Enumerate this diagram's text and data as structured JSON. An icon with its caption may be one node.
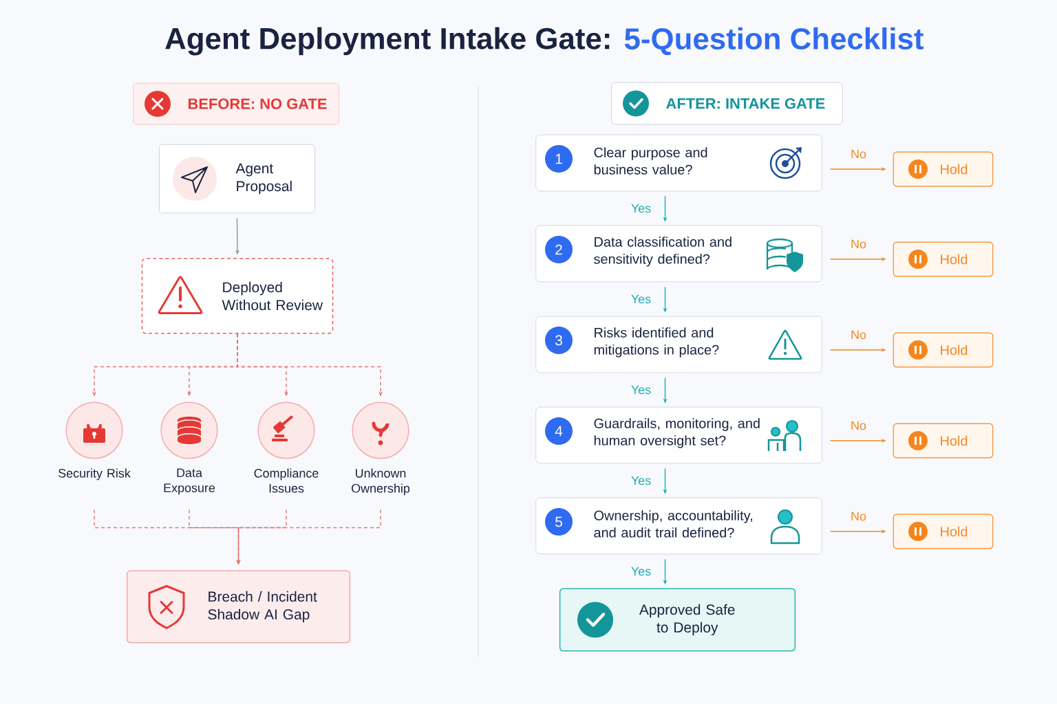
{
  "diagram": {
    "title": "Agent Deployment Intake Gate:",
    "nodes": [
      {
        "text": [
          "BEFORE: NO GATE"
        ]
      },
      {
        "text": [
          "Agent Proposal"
        ]
      },
      {
        "text": [
          "Deployed Without Review"
        ]
      },
      {
        "text": [
          "Security Risk"
        ]
      },
      {
        "text": [
          "Data Exposure"
        ]
      },
      {
        "text": [
          "Compliance Issues"
        ]
      },
      {
        "text": [
          "Unknown Ownership"
        ]
      },
      {
        "text": [
          "Breach / Incident Shadow AI Gap"
        ]
      },
      {
        "text": [
          "AFTER: INTAKE GATE"
        ]
      },
      {
        "text": [
          "1",
          "Clear purpose and business value?"
        ]
      },
      {
        "text": [
          "2",
          "Data classification and sensitivity defined?"
        ]
      },
      {
        "text": [
          "3",
          "Risks identified and mitigations in place?"
        ]
      },
      {
        "text": [
          "4",
          "Guardrails, monitoring, and human oversight set?"
        ]
      },
      {
        "text": [
          "5",
          "Ownership, accountability, and audit trail defined?"
        ]
      },
      {
        "text": [
          "Hold"
        ]
      },
      {
        "text": [
          "Hold"
        ]
      },
      {
        "text": [
          "Hold"
        ]
      },
      {
        "text": [
          "Hold"
        ]
      },
      {
        "text": [
          "Hold"
        ]
      },
      {
        "text": [
          "Approved Safe to Deploy"
        ]
      }
    ],
    "edges": [
      {
        "from": 1,
        "to": 2,
        "arrow": "to",
        "color": "#8a94a6"
      },
      {
        "from": 2,
        "to": 3,
        "arrow": "to",
        "style": "dashed",
        "color": "#e57373"
      },
      {
        "from": 2,
        "to": 4,
        "arrow": "to",
        "style": "dashed",
        "color": "#e57373"
      },
      {
        "from": 2,
        "to": 5,
        "arrow": "to",
        "style": "dashed",
        "color": "#e57373"
      },
      {
        "from": 2,
        "to": 6,
        "arrow": "to",
        "style": "dashed",
        "color": "#e57373"
      },
      {
        "from": 3,
        "to": 7,
        "arrow": "to",
        "style": "dashed",
        "color": "#e57373"
      },
      {
        "from": 4,
        "to": 7,
        "arrow": "to",
        "style": "dashed",
        "color": "#e57373"
      },
      {
        "from": 5,
        "to": 7,
        "arrow": "to",
        "style": "dashed",
        "color": "#e57373"
      },
      {
        "from": 6,
        "to": 7,
        "arrow": "to",
        "style": "dashed",
        "color": "#e57373"
      },
      {
        "from": 9,
        "to": 14,
        "arrow": "to",
        "label": "No",
        "color": "#f5861f"
      },
      {
        "from": 9,
        "to": 10,
        "arrow": "to",
        "label": "Yes",
        "color": "#14b3b3"
      },
      {
        "from": 10,
        "to": 15,
        "arrow": "to",
        "label": "No",
        "color": "#f5861f"
      },
      {
        "from": 10,
        "to": 11,
        "arrow": "to",
        "label": "Yes",
        "color": "#14b3b3"
      },
      {
        "from": 11,
        "to": 16,
        "arrow": "to",
        "label": "No",
        "color": "#f5861f"
      },
      {
        "from": 11,
        "to": 12,
        "arrow": "to",
        "label": "Yes",
        "color": "#14b3b3"
      },
      {
        "from": 12,
        "to": 17,
        "arrow": "to",
        "label": "No",
        "color": "#f5861f"
      },
      {
        "from": 12,
        "to": 13,
        "arrow": "to",
        "label": "Yes",
        "color": "#14b3b3"
      },
      {
        "from": 13,
        "to": 18,
        "arrow": "to",
        "label": "No",
        "color": "#f5861f"
      },
      {
        "from": 13,
        "to": 19,
        "arrow": "to",
        "label": "Yes",
        "color": "#14b3b3"
      }
    ],
    "labels": [
      "5-Question Checklist"
    ]
  }
}
